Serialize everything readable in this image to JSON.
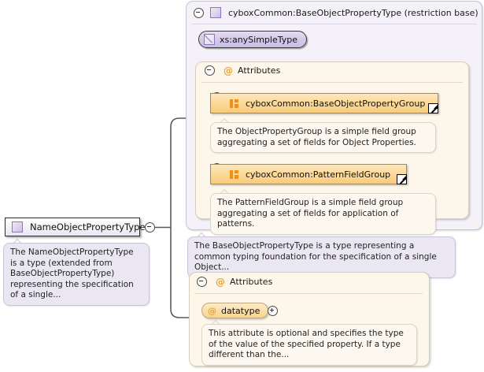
{
  "diagram": {
    "type": "xsd-schema-documentation",
    "root_node": {
      "label": "NameObjectPropertyType",
      "icon": "complex-type-icon",
      "toggle": "minus"
    },
    "root_annotation": "The NameObjectPropertyType is a type (extended from BaseObjectPropertyType) representing the specification of a single...",
    "base_panel": {
      "toggle": "minus",
      "icon": "complex-type-icon",
      "title": "cyboxCommon:BaseObjectPropertyType (restriction base)",
      "simple_type": {
        "label": "xs:anySimpleType",
        "icon": "simple-type-icon"
      },
      "attributes": {
        "toggle": "minus",
        "at_symbol": "@",
        "label": "Attributes",
        "groups": [
          {
            "toggle": "plus",
            "icon": "attribute-group-icon",
            "label": "cyboxCommon:BaseObjectPropertyGroup",
            "external_link": "external-link-icon",
            "annotation": "The ObjectPropertyGroup is a simple field group aggregating a set of fields for Object Properties."
          },
          {
            "toggle": "plus",
            "icon": "attribute-group-icon",
            "label": "cyboxCommon:PatternFieldGroup",
            "external_link": "external-link-icon",
            "annotation": "The PatternFieldGroup is a simple field group aggregating a set of fields for application of patterns."
          }
        ]
      }
    },
    "base_annotation": "The BaseObjectPropertyType is a type representing a common typing foundation for the specification of a single Object...",
    "local_attributes": {
      "toggle": "minus",
      "at_symbol": "@",
      "label": "Attributes",
      "items": [
        {
          "at_symbol": "@",
          "label": "datatype",
          "toggle": "plus",
          "annotation": "This attribute is optional and specifies the type of the value of the specified property. If a type different than the..."
        }
      ]
    },
    "colors": {
      "panel_bg": "#f4f2f8",
      "attr_bg": "#fdf6ea",
      "group_fill": "#fbd896",
      "accent_orange": "#ef8f1c",
      "type_purple": "#cabde6",
      "note_bg": "#fdf8ef",
      "note_purple_bg": "#eae7f2"
    }
  }
}
